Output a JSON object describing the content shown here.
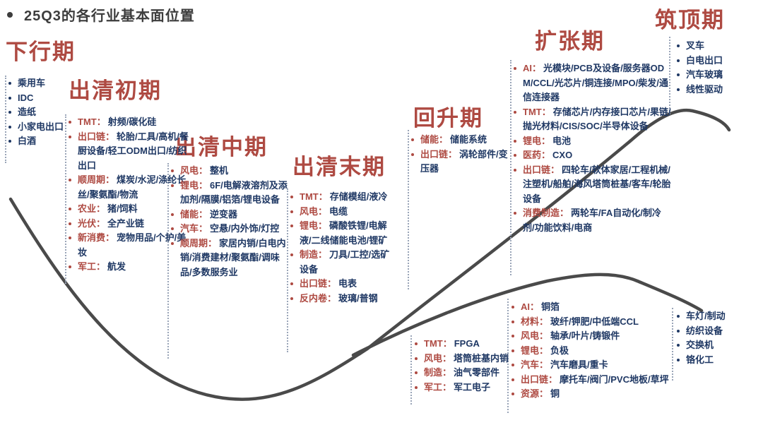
{
  "title": "25Q3的各行业基本面位置",
  "colors": {
    "phase_heading_red": "#AE4A42",
    "category_label_red": "#AE4A42",
    "item_text_navy": "#1F3864",
    "title_gray": "#3d3d3d",
    "curve_gray": "#4A4A4A",
    "dotted_line": "#9aa5b8",
    "background": "#ffffff"
  },
  "phases": [
    {
      "name": "下行期",
      "items": [
        {
          "text": "乘用车"
        },
        {
          "text": "IDC"
        },
        {
          "text": "造纸"
        },
        {
          "text": "小家电出口"
        },
        {
          "text": "白酒"
        }
      ]
    },
    {
      "name": "出清初期",
      "items": [
        {
          "label": "TMT：",
          "text": "射频/碳化硅"
        },
        {
          "label": "出口链：",
          "text": "轮胎/工具/高机/餐厨设备/轻工ODM出口/纺织出口"
        },
        {
          "label": "顺周期：",
          "text": "煤炭/水泥/涤纶长丝/聚氨酯/物流"
        },
        {
          "label": "农业：",
          "text": "猪/饲料"
        },
        {
          "label": "光伏：",
          "text": "全产业链"
        },
        {
          "label": "新消费：",
          "text": "宠物用品/个护/美妆"
        },
        {
          "label": "军工：",
          "text": "航发"
        }
      ]
    },
    {
      "name": "出清中期",
      "items": [
        {
          "label": "风电：",
          "text": "整机"
        },
        {
          "label": "锂电：",
          "text": "6F/电解液溶剂及添加剂/隔膜/铝箔/锂电设备"
        },
        {
          "label": "储能：",
          "text": "逆变器"
        },
        {
          "label": "汽车：",
          "text": "空悬/内外饰/灯控"
        },
        {
          "label": "顺周期：",
          "text": "家居内销/白电内销/消费建材/聚氨酯/调味品/多数服务业"
        }
      ]
    },
    {
      "name": "出清末期",
      "items": [
        {
          "label": "TMT：",
          "text": "存储模组/液冷"
        },
        {
          "label": "风电：",
          "text": "电缆"
        },
        {
          "label": "锂电：",
          "text": "磷酸铁锂/电解液/二线储能电池/锂矿"
        },
        {
          "label": "制造：",
          "text": "刀具/工控/选矿设备"
        },
        {
          "label": "出口链：",
          "text": "电表"
        },
        {
          "label": "反内卷：",
          "text": "玻璃/普钢"
        }
      ]
    },
    {
      "name": "回升期",
      "items": [
        {
          "label": "储能：",
          "text": "储能系统"
        },
        {
          "label": "出口链：",
          "text": "涡轮部件/变压器"
        }
      ]
    },
    {
      "name": "扩张期",
      "items": [
        {
          "label": "AI：",
          "text": "光模块/PCB及设备/服务器ODM/CCL/光芯片/铜连接/MPO/柴发/通信连接器"
        },
        {
          "label": "TMT：",
          "text": "存储芯片/内存接口芯片/果链/抛光材料/CIS/SOC/半导体设备"
        },
        {
          "label": "锂电：",
          "text": "电池"
        },
        {
          "label": "医药：",
          "text": "CXO"
        },
        {
          "label": "出口链：",
          "text": "四轮车/软体家居/工程机械/注塑机/船舶/海风塔筒桩基/客车/轮胎设备"
        },
        {
          "label": "消费制造：",
          "text": "两轮车/FA自动化/制冷剂/功能饮料/电商"
        }
      ]
    },
    {
      "name": "筑顶期",
      "items": [
        {
          "text": "叉车"
        },
        {
          "text": "白电出口"
        },
        {
          "text": "汽车玻璃"
        },
        {
          "text": "线性驱动"
        }
      ]
    }
  ],
  "branch_lists": [
    {
      "items": [
        {
          "label": "TMT：",
          "text": "FPGA"
        },
        {
          "label": "风电：",
          "text": "塔筒桩基内销"
        },
        {
          "label": "制造：",
          "text": "油气零部件"
        },
        {
          "label": "军工：",
          "text": "军工电子"
        }
      ]
    },
    {
      "items": [
        {
          "label": "AI：",
          "text": "铜箔"
        },
        {
          "label": "材料：",
          "text": "玻纤/钾肥/中低端CCL"
        },
        {
          "label": "风电：",
          "text": "轴承/叶片/铸锻件"
        },
        {
          "label": "锂电：",
          "text": "负极"
        },
        {
          "label": "汽车：",
          "text": "汽车磨具/重卡"
        },
        {
          "label": "出口链：",
          "text": "摩托车/阀门/PVC地板/草坪"
        },
        {
          "label": "资源：",
          "text": "铜"
        }
      ]
    },
    {
      "items": [
        {
          "text": "车灯/制动"
        },
        {
          "text": "纺织设备"
        },
        {
          "text": "交换机"
        },
        {
          "text": "铬化工"
        }
      ]
    }
  ]
}
